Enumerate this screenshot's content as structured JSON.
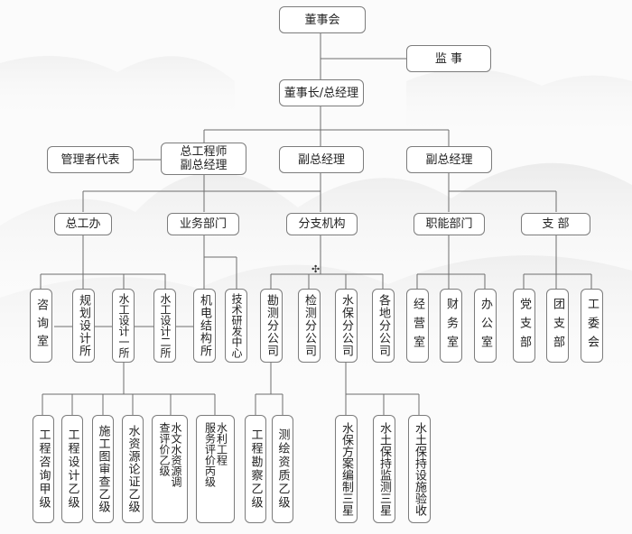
{
  "title": "董事会",
  "supervisor": "监 事",
  "chairman": "董事长/总经理",
  "management_rep": "管理者代表",
  "chief_engineer": [
    "总工程师",
    "副总经理"
  ],
  "vp_center": "副总经理",
  "vp_right": "副总经理",
  "departments": {
    "zonggong": "总工办",
    "yewu": "业务部门",
    "fenzhi": "分支机构",
    "zhineng": "职能部门",
    "zhibu": "支 部"
  },
  "units": {
    "zixun": "咨询室",
    "guihua": "规划设计所",
    "shuigong1": "水工设计一所",
    "shuigong2": "水工设计二所",
    "jidian": "机电结构所",
    "jishu": "技术研发中心",
    "kance": "勘测分公司",
    "jiance": "检测分公司",
    "shuibao": "水保分公司",
    "gedi": "各地分公司",
    "jingying": "经营室",
    "caiwu": "财务室",
    "bangong": "办公室",
    "dangzhibu": "党支部",
    "tuanzhibu": "团支部",
    "gongwei": "工委会"
  },
  "qualifications": {
    "q1": "工程咨询甲级",
    "q2": "工程设计乙级",
    "q3": "施工图审查乙级",
    "q4": "水资源论证乙级",
    "q5_col1": "水文水资源调",
    "q5_col2": "查评价乙级",
    "q6_col1": "水利工程",
    "q6_col2": "服务评价丙",
    "q6_tail": "级",
    "q7": "工程勘察乙级",
    "q8": "测绘资质乙级",
    "q9": "水保方案编制三星",
    "q10": "水土保持监测三星",
    "q11": "水土保持设施验收"
  },
  "colors": {
    "border": "#7c7c7c",
    "line": "#6d6d6d"
  }
}
